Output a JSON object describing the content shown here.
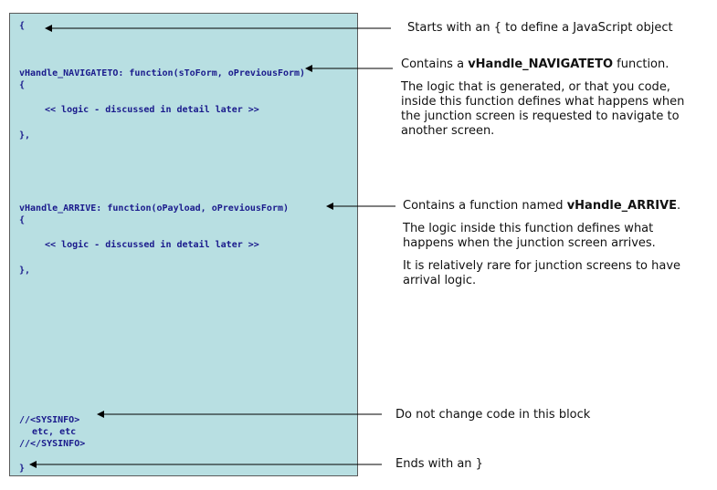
{
  "code": {
    "open_brace": "{",
    "navigateto_signature": "vHandle_NAVIGATETO: function(sToForm, oPreviousForm)",
    "navigateto_open": "{",
    "navigateto_logic": "<< logic - discussed in detail later >>",
    "navigateto_close": "},",
    "arrive_signature": "vHandle_ARRIVE: function(oPayload, oPreviousForm)",
    "arrive_open": "{",
    "arrive_logic": "<< logic - discussed in detail later >>",
    "arrive_close": "},",
    "sysinfo_start": "//<SYSINFO>",
    "sysinfo_body": "etc, etc",
    "sysinfo_end": "//</SYSINFO>",
    "close_brace": "}"
  },
  "notes": {
    "starts": "Starts with an { to define a JavaScript object",
    "navigateto_prefix": "Contains a ",
    "navigateto_name": "vHandle_NAVIGATETO",
    "navigateto_suffix": " function.",
    "navigateto_detail": "The logic that is generated, or that you code, inside this function defines what happens when the junction screen is requested to navigate to another screen.",
    "arrive_prefix": "Contains a function named ",
    "arrive_name": "vHandle_ARRIVE",
    "arrive_suffix": ".",
    "arrive_detail": "The logic inside this function defines what happens when the junction screen arrives.",
    "arrive_rare": "It is relatively rare for junction screens to have arrival logic.",
    "sysinfo": "Do not change code in this block",
    "ends": "Ends with an }"
  }
}
